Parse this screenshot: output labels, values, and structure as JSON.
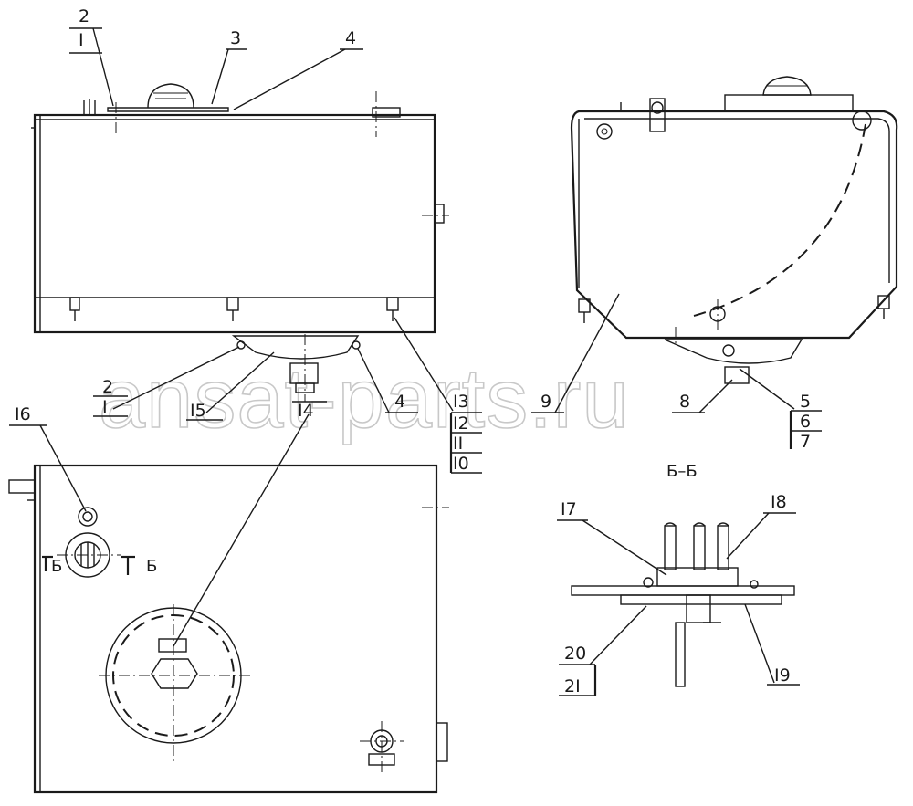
{
  "labels": {
    "top_2": "2",
    "top_1": "I",
    "top_3": "3",
    "top_4": "4",
    "mid_2": "2",
    "mid_1": "I",
    "mid_15": "I5",
    "mid_14": "I4",
    "mid_4": "4",
    "mid_13": "I3",
    "mid_12": "I2",
    "mid_11": "II",
    "mid_10": "I0",
    "side_9": "9",
    "side_8": "8",
    "side_5": "5",
    "side_6": "6",
    "side_7": "7",
    "plan_16": "I6",
    "sec_17": "I7",
    "sec_18": "I8",
    "sec_20": "20",
    "sec_21": "2I",
    "sec_19": "I9"
  },
  "section": {
    "title": "Б–Б",
    "mark_left": "Б",
    "mark_right": "Б"
  },
  "watermark": "ansat-parts.ru"
}
